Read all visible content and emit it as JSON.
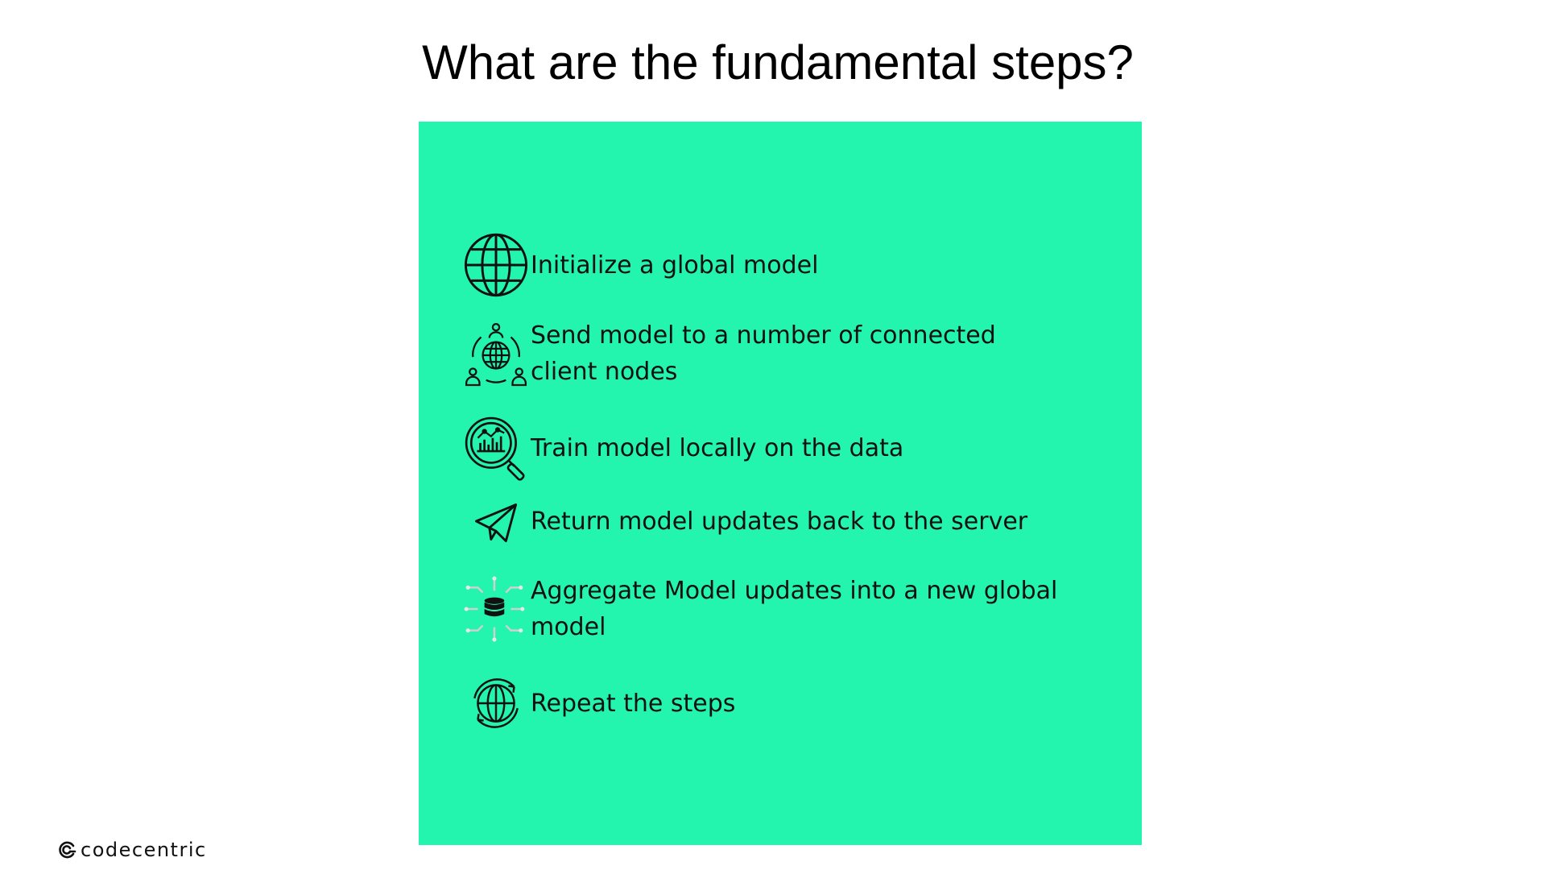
{
  "slide": {
    "title": "What are the fundamental steps?",
    "panel_color": "#23f5af"
  },
  "steps": [
    {
      "icon": "globe-icon",
      "text": "Initialize a global model"
    },
    {
      "icon": "globe-network-users-icon",
      "text": "Send model to a number of connected client nodes"
    },
    {
      "icon": "magnifier-chart-icon",
      "text": "Train model locally on the data"
    },
    {
      "icon": "paper-plane-icon",
      "text": "Return model updates back to the server"
    },
    {
      "icon": "database-network-icon",
      "text": "Aggregate Model updates into a new global model"
    },
    {
      "icon": "globe-refresh-icon",
      "text": "Repeat the steps"
    }
  ],
  "footer": {
    "logo_text": "codecentric",
    "logo_icon": "codecentric-logo-icon"
  }
}
